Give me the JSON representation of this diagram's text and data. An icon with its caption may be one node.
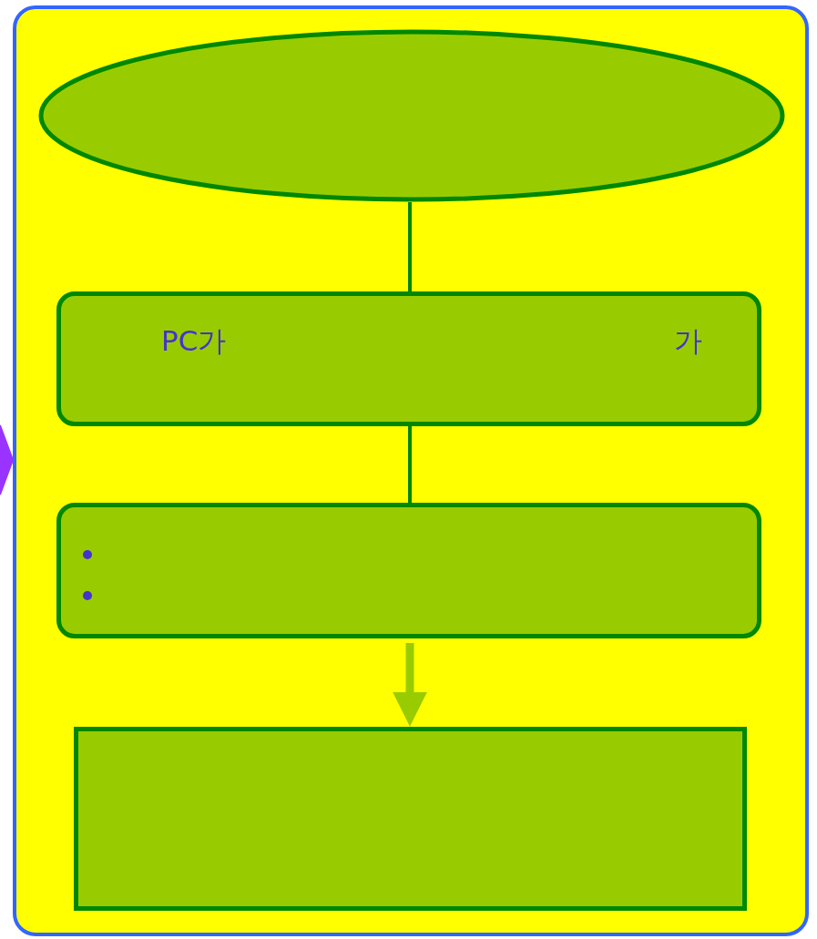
{
  "diagram": {
    "nodes": [
      {
        "text": [],
        "shape": "box"
      },
      {
        "text": [],
        "shape": "ellipse",
        "in": 0
      },
      {
        "text": [
          "PC가",
          "가"
        ],
        "in": 0
      },
      {
        "text": [],
        "shape": "box",
        "in": 0
      },
      {
        "text": [],
        "shape": "box",
        "in": 0
      }
    ],
    "edges": [
      {
        "from": null,
        "to": 0,
        "arrow": "to",
        "color": "#9933ff"
      },
      {
        "from": 1,
        "to": 2,
        "arrow": "none"
      },
      {
        "from": 2,
        "to": 3,
        "arrow": "none"
      },
      {
        "from": 3,
        "to": 4,
        "arrow": "to",
        "style": "thick",
        "color": "#99cc00"
      }
    ]
  }
}
